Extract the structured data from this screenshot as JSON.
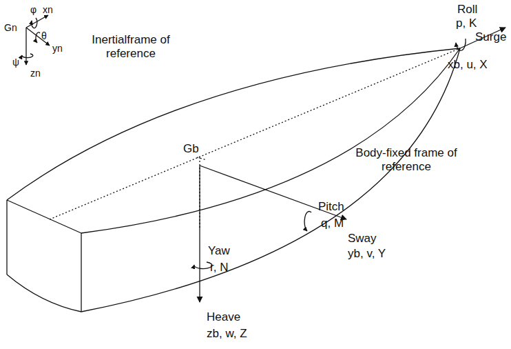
{
  "diagram": {
    "labels": [
      "Inertialframe of reference",
      "Gn",
      "φ",
      "xn",
      "θ",
      "yn",
      "ψ",
      "zn",
      "Roll",
      "p, K",
      "Surge",
      "xb, u, X",
      "Body-fixed frame of reference",
      "Gb",
      "Pitch",
      "q, M",
      "Sway",
      "yb, v, Y",
      "Yaw",
      "r, N",
      "Heave",
      "zb, w, Z"
    ]
  }
}
